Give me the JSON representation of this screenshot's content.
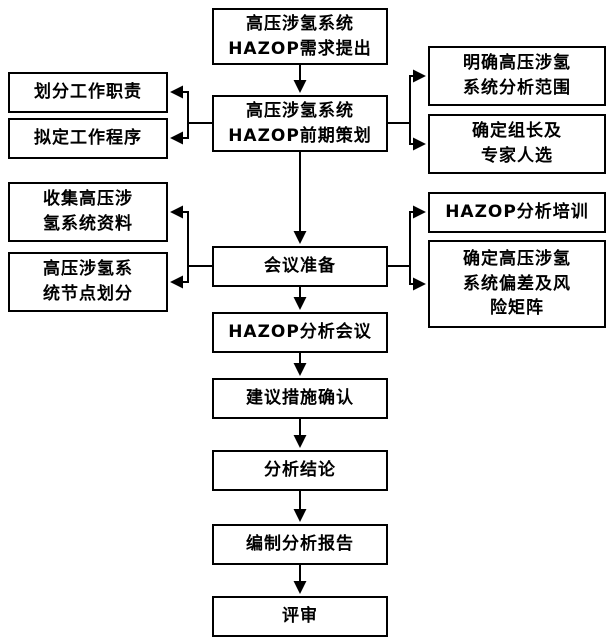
{
  "diagram": {
    "type": "flowchart",
    "language": "zh-CN",
    "colors": {
      "line": "#000000",
      "box_border": "#000000",
      "box_background": "#ffffff",
      "text": "#000000"
    },
    "nodes": {
      "requirement": {
        "label": "高压涉氢系统\nHAZOP需求提出"
      },
      "planning": {
        "label": "高压涉氢系统\nHAZOP前期策划"
      },
      "duty": {
        "label": "划分工作职责"
      },
      "procedure": {
        "label": "拟定工作程序"
      },
      "scope": {
        "label": "明确高压涉氢\n系统分析范围"
      },
      "leader": {
        "label": "确定组长及\n专家人选"
      },
      "collect": {
        "label": "收集高压涉\n氢系统资料"
      },
      "nodesplit": {
        "label": "高压涉氢系\n统节点划分"
      },
      "training": {
        "label": "HAZOP分析培训"
      },
      "deviation": {
        "label": "确定高压涉氢\n系统偏差及风\n险矩阵"
      },
      "meeting_prep": {
        "label": "会议准备"
      },
      "meeting": {
        "label": "HAZOP分析会议"
      },
      "measures": {
        "label": "建议措施确认"
      },
      "conclusion": {
        "label": "分析结论"
      },
      "report": {
        "label": "编制分析报告"
      },
      "review": {
        "label": "评审"
      }
    },
    "edges": [
      {
        "from": "requirement",
        "to": "planning"
      },
      {
        "from": "planning",
        "to": "duty"
      },
      {
        "from": "planning",
        "to": "procedure"
      },
      {
        "from": "planning",
        "to": "scope"
      },
      {
        "from": "planning",
        "to": "leader"
      },
      {
        "from": "planning",
        "to": "meeting_prep"
      },
      {
        "from": "meeting_prep",
        "to": "collect"
      },
      {
        "from": "meeting_prep",
        "to": "nodesplit"
      },
      {
        "from": "meeting_prep",
        "to": "training"
      },
      {
        "from": "meeting_prep",
        "to": "deviation"
      },
      {
        "from": "meeting_prep",
        "to": "meeting"
      },
      {
        "from": "meeting",
        "to": "measures"
      },
      {
        "from": "measures",
        "to": "conclusion"
      },
      {
        "from": "conclusion",
        "to": "report"
      },
      {
        "from": "report",
        "to": "review"
      }
    ]
  }
}
